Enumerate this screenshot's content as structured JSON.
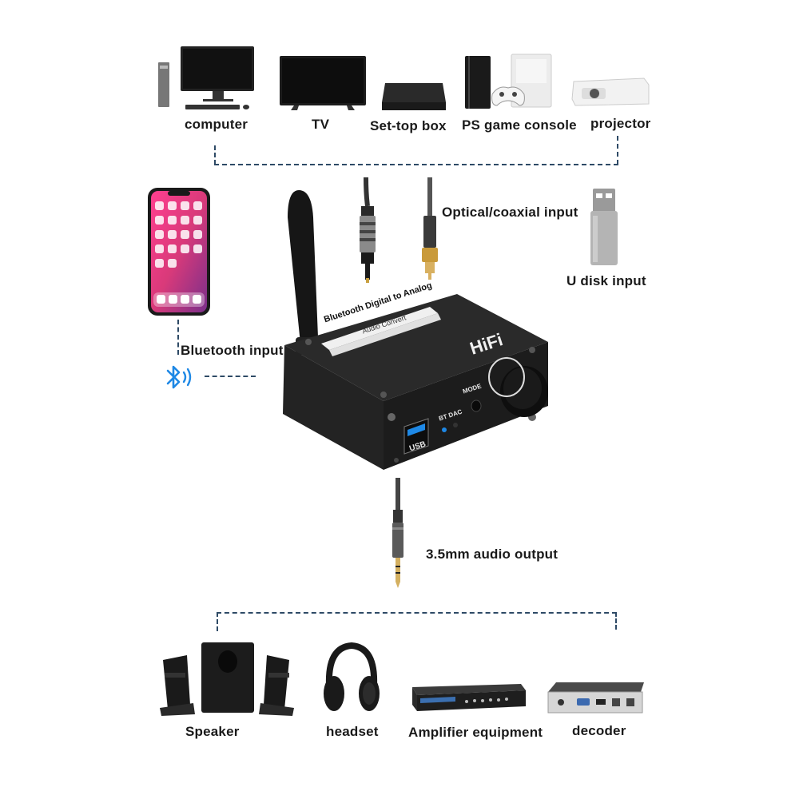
{
  "inputs_top": [
    {
      "label": "computer"
    },
    {
      "label": "TV"
    },
    {
      "label": "Set-top box"
    },
    {
      "label": "PS game console"
    },
    {
      "label": "projector"
    }
  ],
  "side_inputs": {
    "optical": "Optical/coaxial input",
    "udisk": "U disk input",
    "bluetooth": "Bluetooth input",
    "output": "3.5mm audio output"
  },
  "device": {
    "panel_line1": "Bluetooth Digital to Analog",
    "panel_line2": "Audio Convert",
    "brand": "HiFi",
    "mode_label": "MODE",
    "led_label": "BT DAC",
    "usb_label": "USB"
  },
  "outputs_bottom": [
    {
      "label": "Speaker"
    },
    {
      "label": "headset"
    },
    {
      "label": "Amplifier equipment"
    },
    {
      "label": "decoder"
    }
  ],
  "colors": {
    "connector_line": "#2e4a66",
    "bluetooth": "#1e88e5",
    "device_body": "#1e1e1e"
  }
}
